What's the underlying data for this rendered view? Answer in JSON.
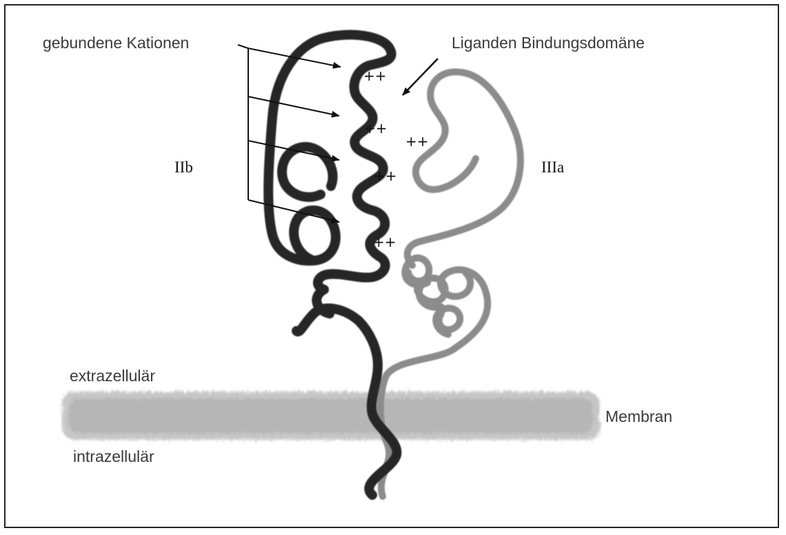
{
  "labels": {
    "bound_cations": "gebundene Kationen",
    "ligand_binding_domain": "Liganden Bindungsdomäne",
    "subunit_b": "IIb",
    "subunit_a": "IIIa",
    "extracellular": "extrazellulär",
    "intracellular": "intrazellulär",
    "membrane": "Membran"
  },
  "cation_marks": [
    "++",
    "++",
    "++",
    "++",
    "++"
  ],
  "colors": {
    "subunit_b": "#2a2a2a",
    "subunit_a": "#8c8c8c",
    "membrane": "#b8b8b8",
    "text": "#3a3a3a"
  }
}
